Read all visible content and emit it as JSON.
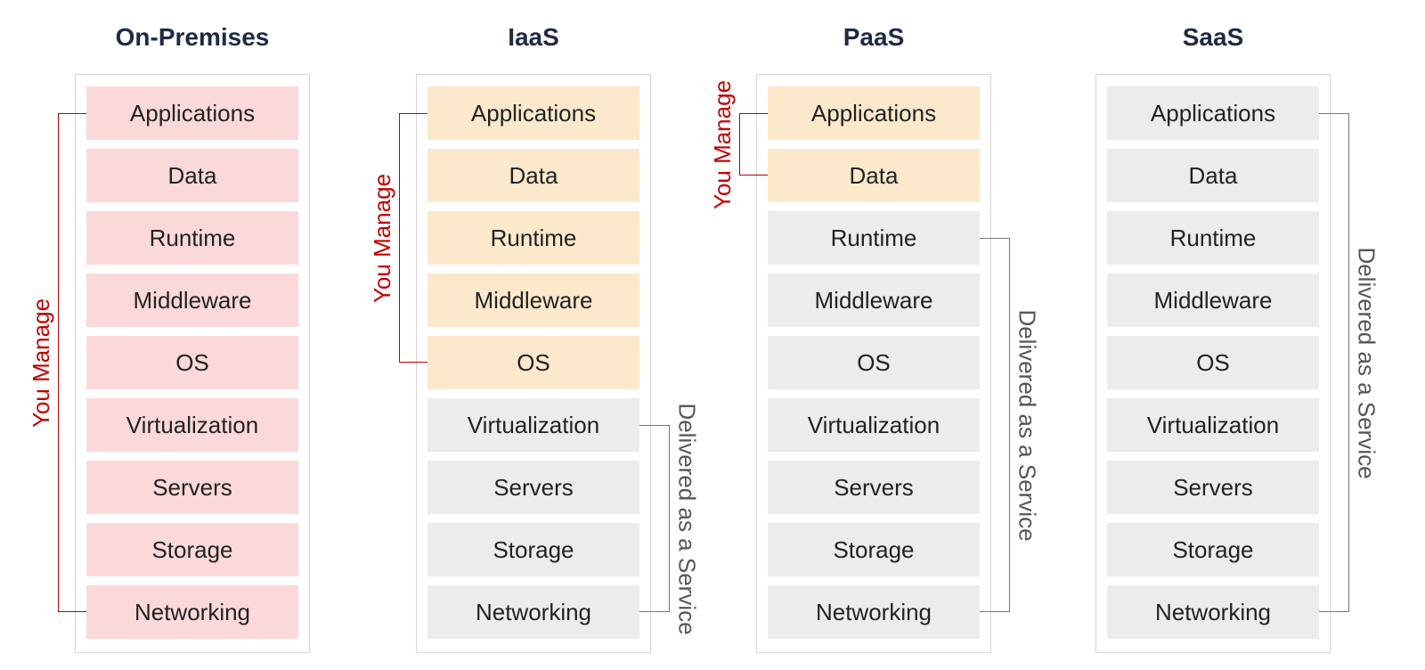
{
  "colors": {
    "managed_onprem": "#fcd9d9",
    "managed_cloud": "#fce9cc",
    "service": "#ececec",
    "you_manage": "#c00000",
    "delivered": "#555555"
  },
  "columns": [
    {
      "title": "On-Premises",
      "layers": [
        "Applications",
        "Data",
        "Runtime",
        "Middleware",
        "OS",
        "Virtualization",
        "Servers",
        "Storage",
        "Networking"
      ],
      "managed_count": 9,
      "managed_color": "managed_onprem",
      "you_manage_label": "You Manage",
      "delivered_label": ""
    },
    {
      "title": "IaaS",
      "layers": [
        "Applications",
        "Data",
        "Runtime",
        "Middleware",
        "OS",
        "Virtualization",
        "Servers",
        "Storage",
        "Networking"
      ],
      "managed_count": 5,
      "managed_color": "managed_cloud",
      "you_manage_label": "You Manage",
      "delivered_label": "Delivered as a Service"
    },
    {
      "title": "PaaS",
      "layers": [
        "Applications",
        "Data",
        "Runtime",
        "Middleware",
        "OS",
        "Virtualization",
        "Servers",
        "Storage",
        "Networking"
      ],
      "managed_count": 2,
      "managed_color": "managed_cloud",
      "you_manage_label": "You Manage",
      "delivered_label": "Delivered as a Service"
    },
    {
      "title": "SaaS",
      "layers": [
        "Applications",
        "Data",
        "Runtime",
        "Middleware",
        "OS",
        "Virtualization",
        "Servers",
        "Storage",
        "Networking"
      ],
      "managed_count": 0,
      "managed_color": "managed_cloud",
      "you_manage_label": "",
      "delivered_label": "Delivered as a Service"
    }
  ]
}
